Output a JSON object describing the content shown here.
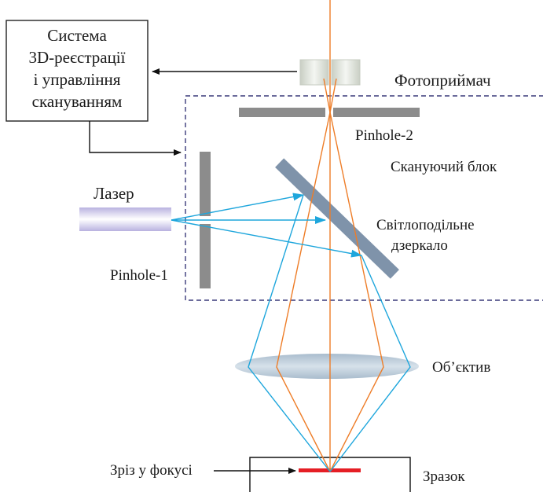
{
  "labels": {
    "system_line1": "Система",
    "system_line2": "3D-реєстрації",
    "system_line3": "і управління",
    "system_line4": "скануванням",
    "photodetector": "Фотоприймач",
    "pinhole2": "Pinhole-2",
    "scanning_block": "Скануючий блок",
    "laser": "Лазер",
    "beam_splitter_line1": "Світлоподільне",
    "beam_splitter_line2": "дзеркало",
    "pinhole1": "Pinhole-1",
    "objective": "Об’єктив",
    "focus_slice": "Зріз у фокусі",
    "sample": "Зразок"
  },
  "colors": {
    "detection_beam": "#ee7d28",
    "illumination_beam": "#1ea6dc",
    "focal_slice": "#e51e25",
    "scan_block_border": "#3a3a7a",
    "pinhole": "#8c8c8c",
    "mirror": "#7f93aa",
    "lens": "#b8c8d8",
    "laser": "#c9c4e6"
  }
}
